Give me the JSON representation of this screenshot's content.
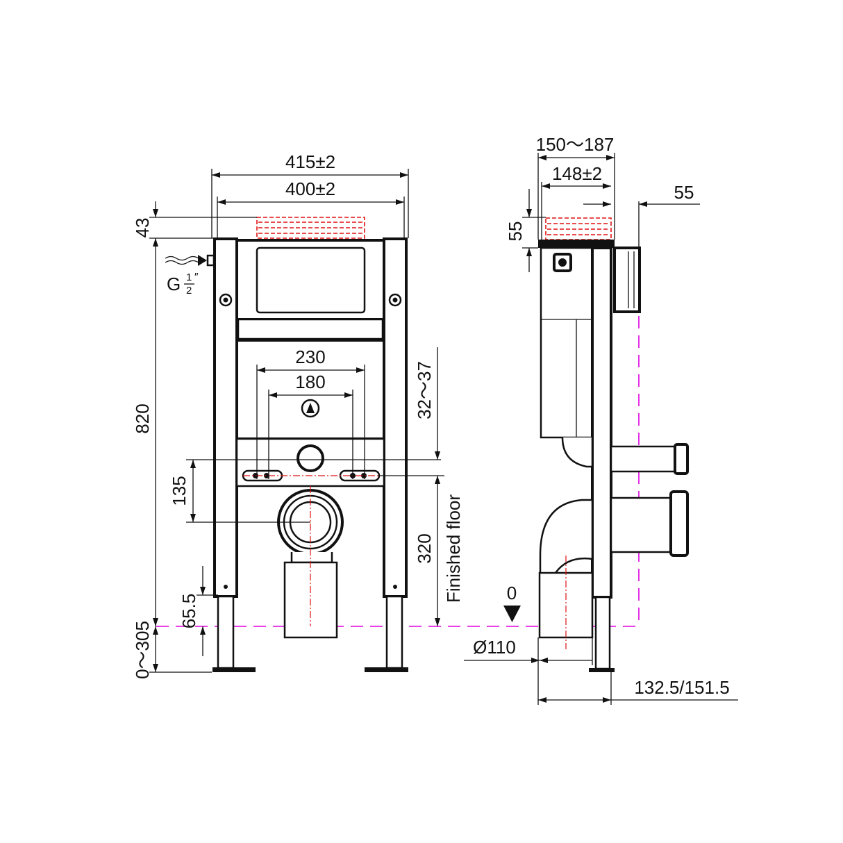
{
  "front_view": {
    "width_outer": "415±2",
    "width_inner": "400±2",
    "top_offset": "43",
    "water_inlet": {
      "prefix": "G",
      "numerator": "1",
      "denominator": "2",
      "suffix": "″"
    },
    "height_total": "820",
    "leg_adjust": "0～305",
    "foot_offset": "65.5",
    "bolt_spacing_outer": "230",
    "bolt_spacing_inner": "180",
    "bolt_to_outlet": "135",
    "bolt_height_range": "32～37",
    "bolt_height": "320",
    "floor_label": "Finished floor"
  },
  "side_view": {
    "depth_range": "150～187",
    "depth": "148±2",
    "flange_offset": "55",
    "top_offset": "55",
    "floor_zero": "0",
    "pipe_diameter": "Ø110",
    "pipe_offset": "132.5/151.5"
  },
  "colors": {
    "lines": "#111111",
    "cistern_outline": "#e01010",
    "floor_line": "#e000e0"
  }
}
